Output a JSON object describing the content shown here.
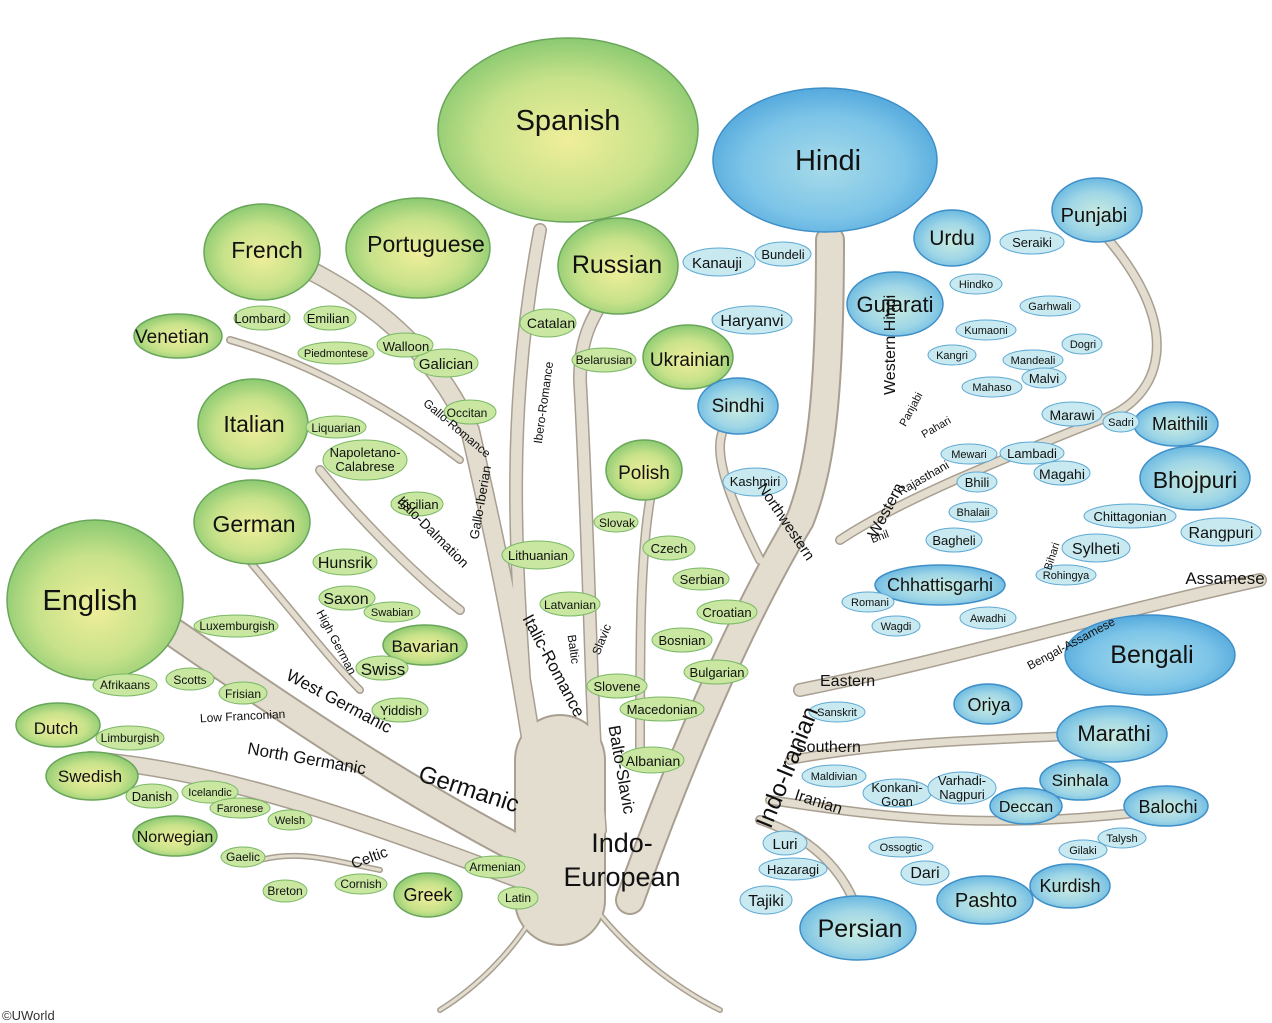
{
  "credit": "©UWorld",
  "root": [
    "Indo-",
    "European"
  ],
  "branches": {
    "germanic": "Germanic",
    "west_germanic": "West Germanic",
    "north_germanic": "North Germanic",
    "low_franconian": "Low Franconian",
    "high_german": "High German",
    "celtic": "Celtic",
    "italic_romance": "Italic-Romance",
    "italo_dalmation": "Italo-Dalmation",
    "gallo_iberian": "Gallo-Iberian",
    "gallo_romance": "Gallo-Romance",
    "ibero_romance": "Ibero-Romance",
    "balto_slavic": "Balto-Slavic",
    "baltic": "Baltic",
    "slavic": "Slavic",
    "indo_iranian": "Indo-Iranian",
    "northwestern": "Northwestern",
    "western_hindi": "Western Hindi",
    "western": "Western",
    "panjabi": "Panjabi",
    "pahari": "Pahari",
    "rajasthani": "Rajasthani",
    "bhil": "Bhil",
    "bihari": "Bihari",
    "bengal_assamese": "Bengal-Assamese",
    "eastern": "Eastern",
    "southern": "Southern",
    "iranian": "Iranian"
  },
  "leaves": {
    "spanish": "Spanish",
    "hindi": "Hindi",
    "english": "English",
    "bengali": "Bengali",
    "russian": "Russian",
    "portuguese": "Portuguese",
    "french": "French",
    "italian": "Italian",
    "german": "German",
    "persian": "Persian",
    "punjabi": "Punjabi",
    "urdu": "Urdu",
    "gujarati": "Gujarati",
    "bhojpuri": "Bhojpuri",
    "marathi": "Marathi",
    "ukrainian": "Ukrainian",
    "polish": "Polish",
    "sindhi": "Sindhi",
    "maithili": "Maithili",
    "pashto": "Pashto",
    "kurdish": "Kurdish",
    "balochi": "Balochi",
    "oriya": "Oriya",
    "sinhala": "Sinhala",
    "deccan": "Deccan",
    "dari": "Dari",
    "tajiki": "Tajiki",
    "luri": "Luri",
    "greek": "Greek",
    "dutch": "Dutch",
    "swedish": "Swedish",
    "norwegian": "Norwegian",
    "venetian": "Venetian",
    "assamese": "Assamese",
    "chhattisgarhi": "Chhattisgarhi",
    "rangpuri": "Rangpuri",
    "sylheti": "Sylheti",
    "chittagonian": "Chittagonian",
    "magahi": "Magahi",
    "haryanvi": "Haryanvi",
    "kanauji": "Kanauji",
    "bundeli": "Bundeli",
    "hunsrik": "Hunsrik",
    "saxon": "Saxon",
    "bavarian": "Bavarian",
    "swiss": "Swiss",
    "yiddish": "Yiddish",
    "swabian": "Swabian",
    "luxemburgish": "Luxemburgish",
    "frisian": "Frisian",
    "scotts": "Scotts",
    "afrikaans": "Afrikaans",
    "limburgish": "Limburgish",
    "danish": "Danish",
    "icelandic": "Icelandic",
    "faronese": "Faronese",
    "welsh": "Welsh",
    "gaelic": "Gaelic",
    "breton": "Breton",
    "cornish": "Cornish",
    "armenian": "Armenian",
    "latin": "Latin",
    "albanian": "Albanian",
    "macedonian": "Macedonian",
    "slovene": "Slovene",
    "bulgarian": "Bulgarian",
    "bosnian": "Bosnian",
    "croatian": "Croatian",
    "serbian": "Serbian",
    "czech": "Czech",
    "slovak": "Slovak",
    "lithuanian": "Lithuanian",
    "latvanian": "Latvanian",
    "belarusian": "Belarusian",
    "catalan": "Catalan",
    "galician": "Galician",
    "walloon": "Walloon",
    "occitan": "Occitan",
    "lombard": "Lombard",
    "emilian": "Emilian",
    "piedmontese": "Piedmontese",
    "liquarian": "Liquarian",
    "napoletano": "Napoletano-",
    "calabrese": "Calabrese",
    "sicilian": "Sicilian",
    "kashmiri": "Kashmiri",
    "seraiki": "Seraiki",
    "hindko": "Hindko",
    "garhwali": "Garhwali",
    "kumaoni": "Kumaoni",
    "kangri": "Kangri",
    "mandeali": "Mandeali",
    "dogri": "Dogri",
    "mahaso": "Mahaso",
    "malvi": "Malvi",
    "marawi": "Marawi",
    "sadri": "Sadri",
    "mewari": "Mewari",
    "lambadi": "Lambadi",
    "bhili": "Bhili",
    "bhalaii": "Bhalaii",
    "bagheli": "Bagheli",
    "rohingya": "Rohingya",
    "romani": "Romani",
    "wagdi": "Wagdi",
    "awadhi": "Awadhi",
    "sanskrit": "Sanskrit",
    "maldivian": "Maldivian",
    "konkani": "Konkani-",
    "goan": "Goan",
    "varhadi": "Varhadi-",
    "nagpuri": "Nagpuri",
    "ossogtic": "Ossogtic",
    "gilaki": "Gilaki",
    "talysh": "Talysh",
    "hazaragi": "Hazaragi"
  },
  "colors": {
    "romance_canopy": "#a9d86e",
    "hindi_canopy": "#7cc4e8",
    "trunk": "#e3ddd0",
    "trunk_outline": "#a89f90"
  }
}
